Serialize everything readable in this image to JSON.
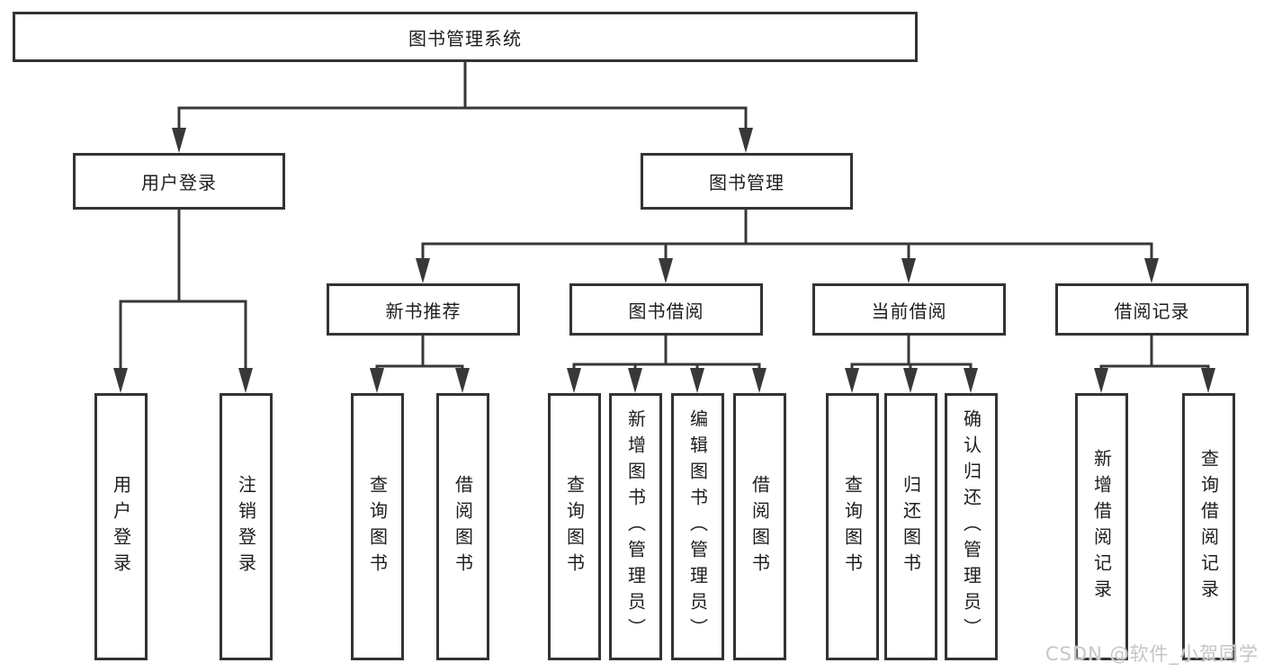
{
  "watermark": "CSDN @软件_小贺同学",
  "colors": {
    "line": "#383838",
    "box_border": "#333333",
    "box_fill": "#ffffff",
    "text": "#1d1d1d",
    "watermark": "#c6c6c6",
    "background": "#ffffff"
  },
  "tree": {
    "label": "图书管理系统",
    "children": [
      {
        "label": "用户登录",
        "children": [
          {
            "label": "用户登录"
          },
          {
            "label": "注销登录"
          }
        ]
      },
      {
        "label": "图书管理",
        "children": [
          {
            "label": "新书推荐",
            "children": [
              {
                "label": "查询图书"
              },
              {
                "label": "借阅图书"
              }
            ]
          },
          {
            "label": "图书借阅",
            "children": [
              {
                "label": "查询图书"
              },
              {
                "label": "新增图书（管理员）"
              },
              {
                "label": "编辑图书（管理员）"
              },
              {
                "label": "借阅图书"
              }
            ]
          },
          {
            "label": "当前借阅",
            "children": [
              {
                "label": "查询图书"
              },
              {
                "label": "归还图书"
              },
              {
                "label": "确认归还（管理员）"
              }
            ]
          },
          {
            "label": "借阅记录",
            "children": [
              {
                "label": "新增借阅记录"
              },
              {
                "label": "查询借阅记录"
              }
            ]
          }
        ]
      }
    ]
  }
}
